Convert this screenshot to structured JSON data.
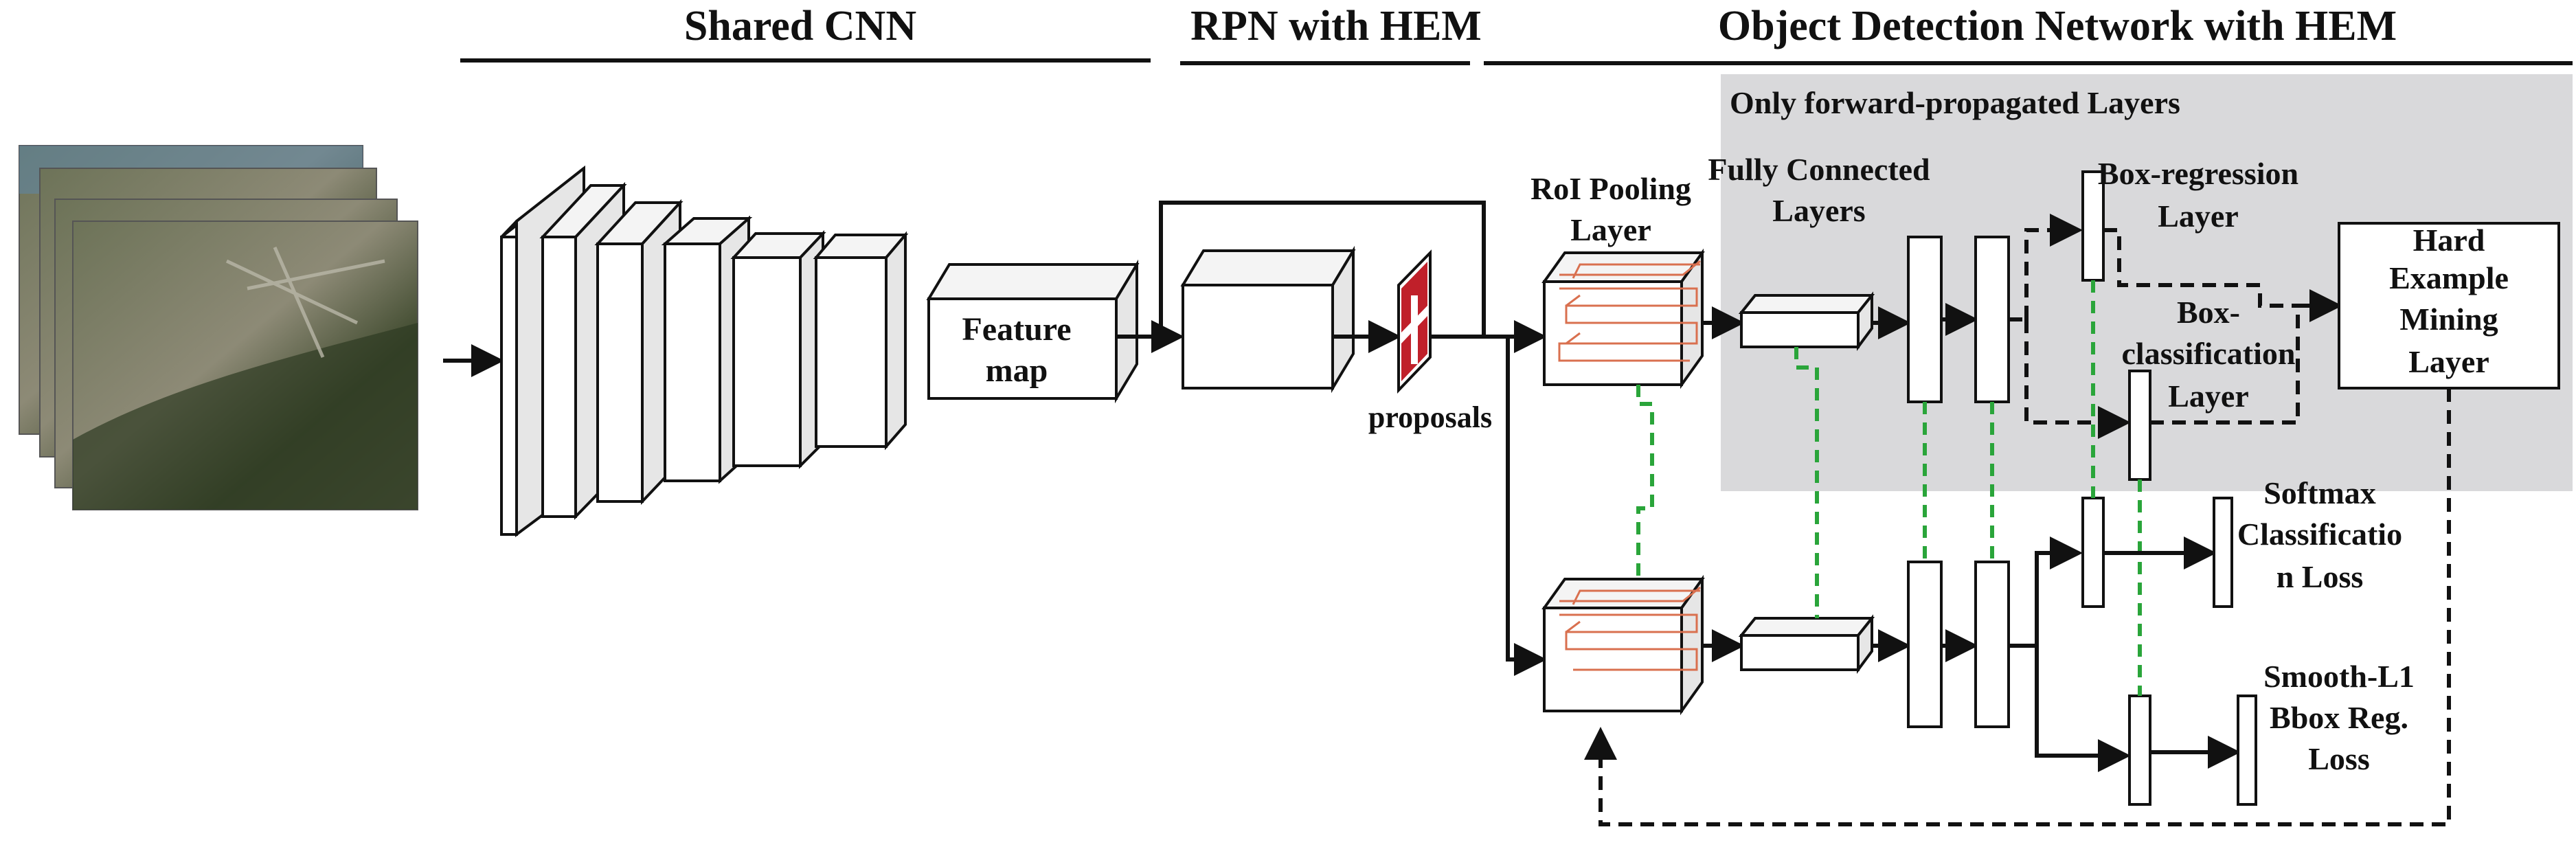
{
  "sections": {
    "shared_cnn": "Shared CNN",
    "rpn": "RPN with HEM",
    "odn": "Object Detection Network with HEM"
  },
  "forward_only_label": "Only forward-propagated Layers",
  "feature_map": [
    "Feature",
    "map"
  ],
  "proposals": "proposals",
  "roi_pooling": [
    "RoI Pooling",
    "Layer"
  ],
  "fully_connected": [
    "Fully Connected",
    "Layers"
  ],
  "box_regression": [
    "Box-regression",
    "Layer"
  ],
  "box_classification": [
    "Box-",
    "classification",
    "Layer"
  ],
  "hard_example_mining": [
    "Hard",
    "Example",
    "Mining",
    "Layer"
  ],
  "softmax_loss": [
    "Softmax",
    "Classificatio",
    "n Loss"
  ],
  "smooth_l1_loss": [
    "Smooth-L1",
    "Bbox Reg.",
    "Loss"
  ],
  "colors": {
    "panel_gray": "#d9d9db",
    "green_link": "#2aa53a",
    "roi_red": "#d9704f",
    "proposal_red": "#c0202a"
  }
}
